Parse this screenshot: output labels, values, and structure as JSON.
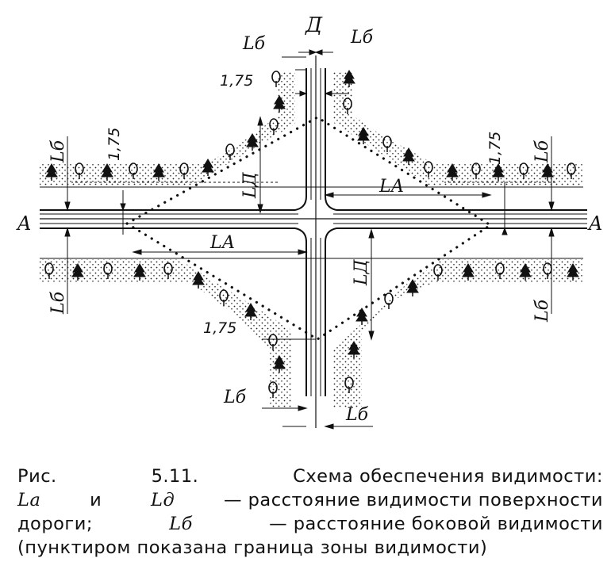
{
  "labels": {
    "section_a": "A",
    "section_d": "Д",
    "l_b": "Lб",
    "l_a": "LА",
    "l_d": "LД",
    "dim_175": "1,75"
  },
  "caption": {
    "line1_prefix": "Рис.",
    "line1_number": "5.11.",
    "line1_rest": "Схема обеспечения видимости:",
    "line2_sym_a": "Lа",
    "line2_and": "и",
    "line2_sym_d": "Lд",
    "line2_rest": "— расстояние видимости поверхности",
    "line3_start": "дороги;",
    "line3_sym_b": "Lб",
    "line3_rest": "— расстояние боковой видимости",
    "line4": "(пунктиром показана граница зоны видимости)"
  }
}
